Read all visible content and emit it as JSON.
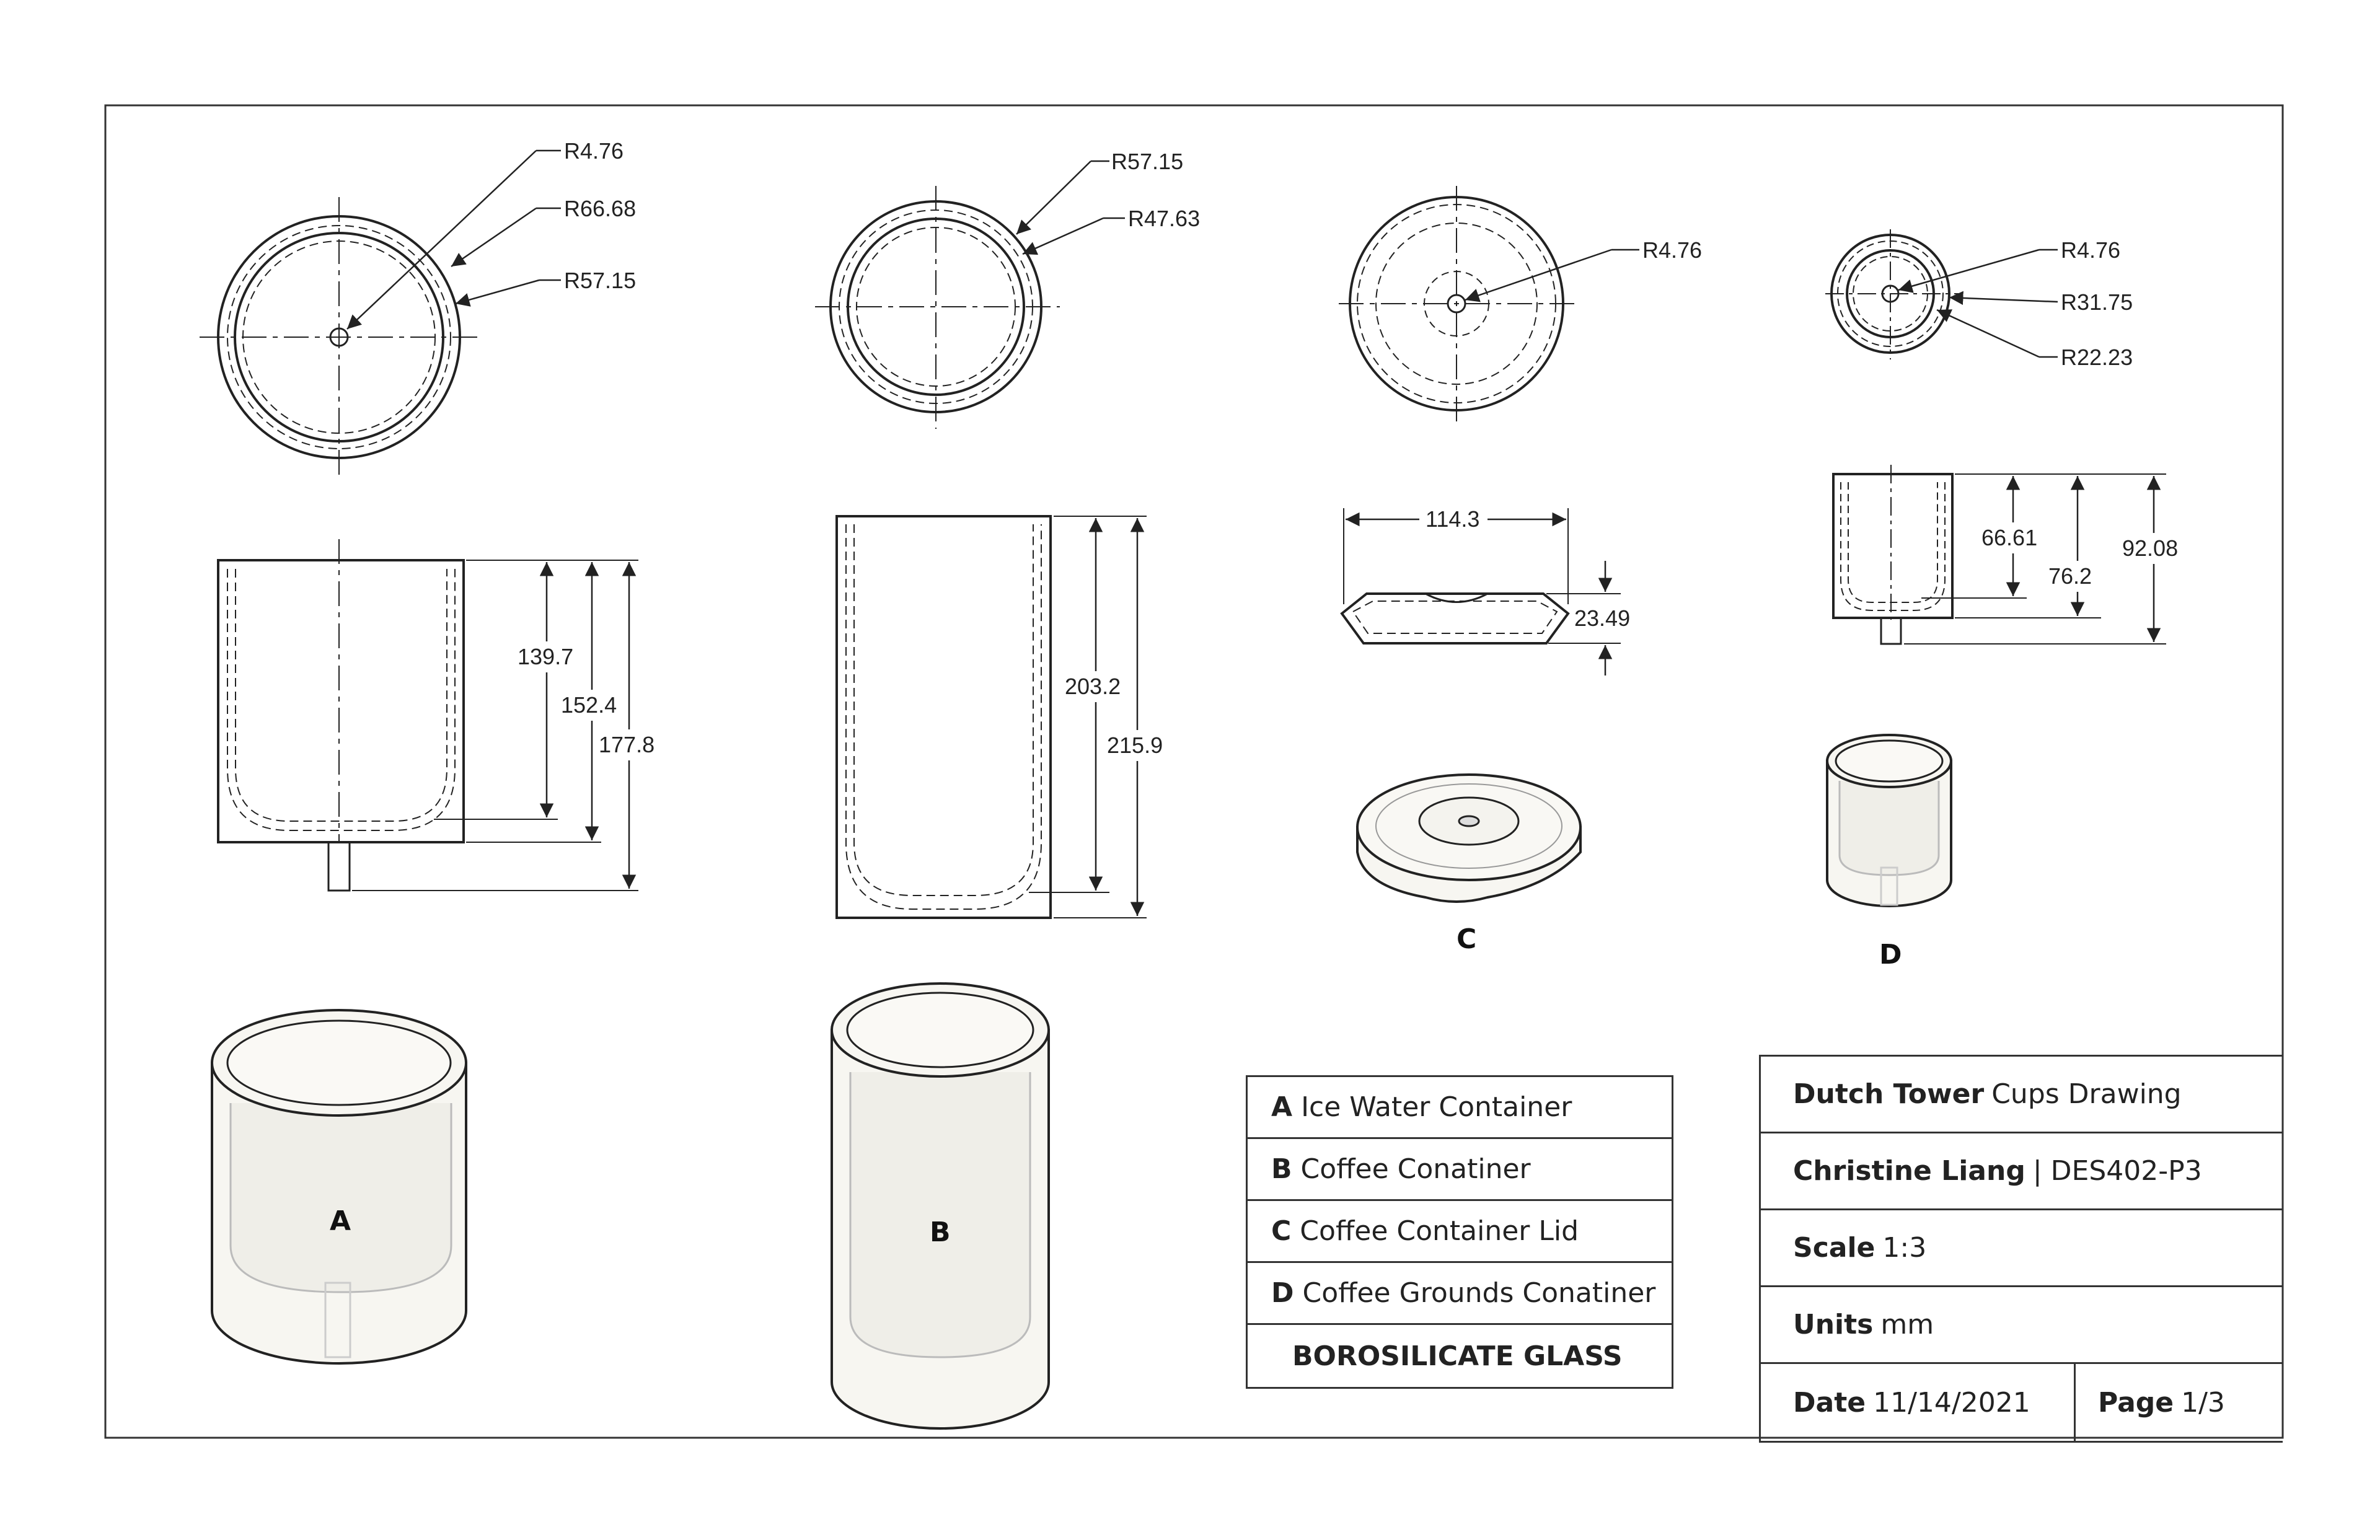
{
  "dimensions": {
    "a_top": {
      "hole_radius": "R4.76",
      "outer_radius": "R66.68",
      "inner_radius": "R57.15"
    },
    "a_side": {
      "h1": "139.7",
      "h2": "152.4",
      "h3": "177.8"
    },
    "b_top": {
      "outer_radius": "R57.15",
      "inner_radius": "R47.63"
    },
    "b_side": {
      "h1": "203.2",
      "h2": "215.9"
    },
    "c_top": {
      "hole_radius": "R4.76"
    },
    "c_side": {
      "width": "114.3",
      "height": "23.49"
    },
    "d_top": {
      "hole_radius": "R4.76",
      "outer_radius": "R31.75",
      "inner_radius": "R22.23"
    },
    "d_side": {
      "h1": "66.61",
      "h2": "76.2",
      "h3": "92.08"
    }
  },
  "labels": {
    "a": "A",
    "b": "B",
    "c": "C",
    "d": "D"
  },
  "legend": {
    "items": [
      {
        "key": "A",
        "text": "Ice Water Container"
      },
      {
        "key": "B",
        "text": "Coffee Conatiner"
      },
      {
        "key": "C",
        "text": "Coffee Container Lid"
      },
      {
        "key": "D",
        "text": "Coffee Grounds Conatiner"
      }
    ],
    "material": "BOROSILICATE GLASS"
  },
  "title_block": {
    "title_bold": "Dutch Tower",
    "title_rest": "Cups Drawing",
    "author_bold": "Christine Liang",
    "author_rest": "| DES402-P3",
    "scale_label": "Scale",
    "scale_value": "1:3",
    "units_label": "Units",
    "units_value": "mm",
    "date_label": "Date",
    "date_value": "11/14/2021",
    "page_label": "Page",
    "page_value": "1/3"
  },
  "colors": {
    "line": "#222222",
    "glass_fill": "#f6f5f0",
    "glass_inner": "#ecebe5"
  }
}
